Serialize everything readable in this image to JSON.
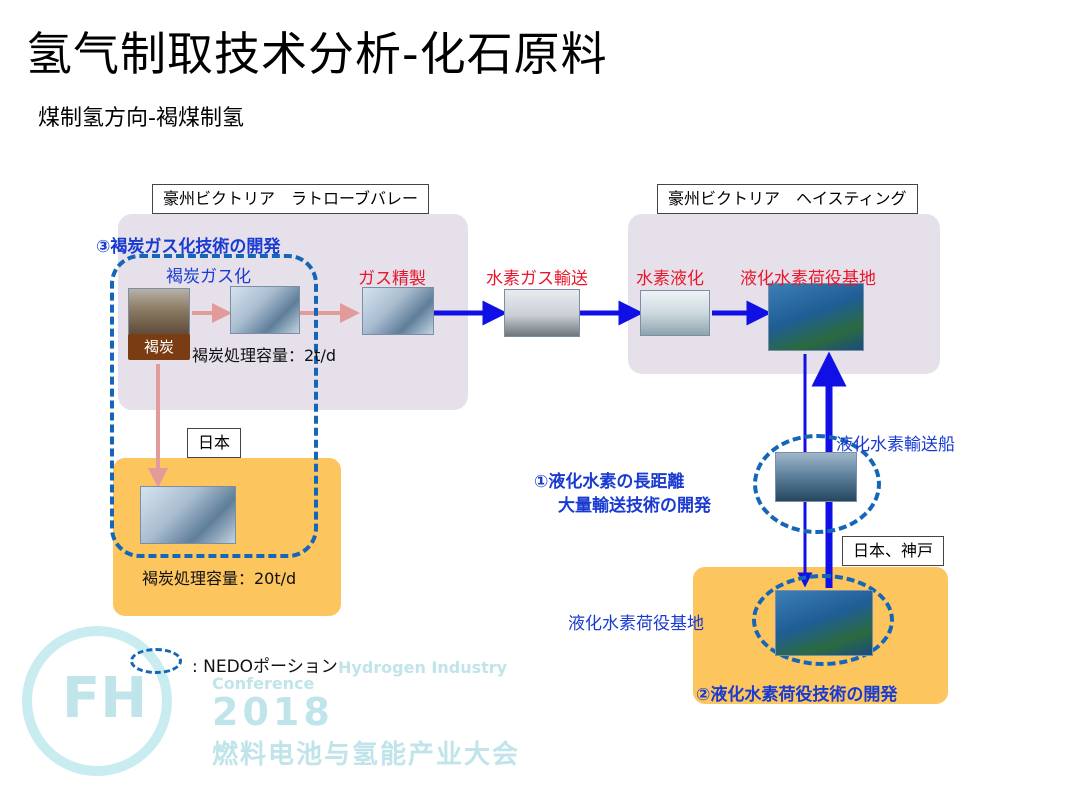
{
  "title": "氢气制取技术分析-化石原料",
  "subtitle": "煤制氢方向-褐煤制氢",
  "regions": {
    "australia_latrobe": "豪州ビクトリア　ラトローブバレー",
    "australia_hastings": "豪州ビクトリア　ヘイスティング",
    "japan": "日本",
    "japan_kobe": "日本、神戸"
  },
  "labels": {
    "gasification_dev": "③褐炭ガス化技術の開発",
    "gasification": "褐炭ガス化",
    "coal_tag": "褐炭",
    "capacity_2": "褐炭処理容量：2t/d",
    "capacity_20": "褐炭処理容量：20t/d",
    "gas_refining": "ガス精製",
    "h2_gas_transport": "水素ガス輸送",
    "h2_liquefaction": "水素液化",
    "lh2_base_aus": "液化水素荷役基地",
    "lh2_carrier": "液化水素輸送船",
    "long_distance_line1": "①液化水素の長距離",
    "long_distance_line2": "大量輸送技術の開発",
    "lh2_base_jp": "液化水素荷役基地",
    "handling_dev": "②液化水素荷役技術の開発",
    "legend_nedo": ":  NEDOポーション"
  },
  "watermark": {
    "line1": "Hydrogen Industry",
    "line2": "Conference",
    "year": "2018",
    "cn": "燃料电池与氢能产业大会",
    "logo": "FH"
  },
  "colors": {
    "panel_gray": "#e6e0ea",
    "panel_orange": "#fcc55e",
    "arrow_blue": "#1010e6",
    "arrow_pink": "#e39a9a",
    "dash_blue": "#1466b8",
    "text_red": "#e8182c",
    "text_blue": "#1a3bd1"
  }
}
